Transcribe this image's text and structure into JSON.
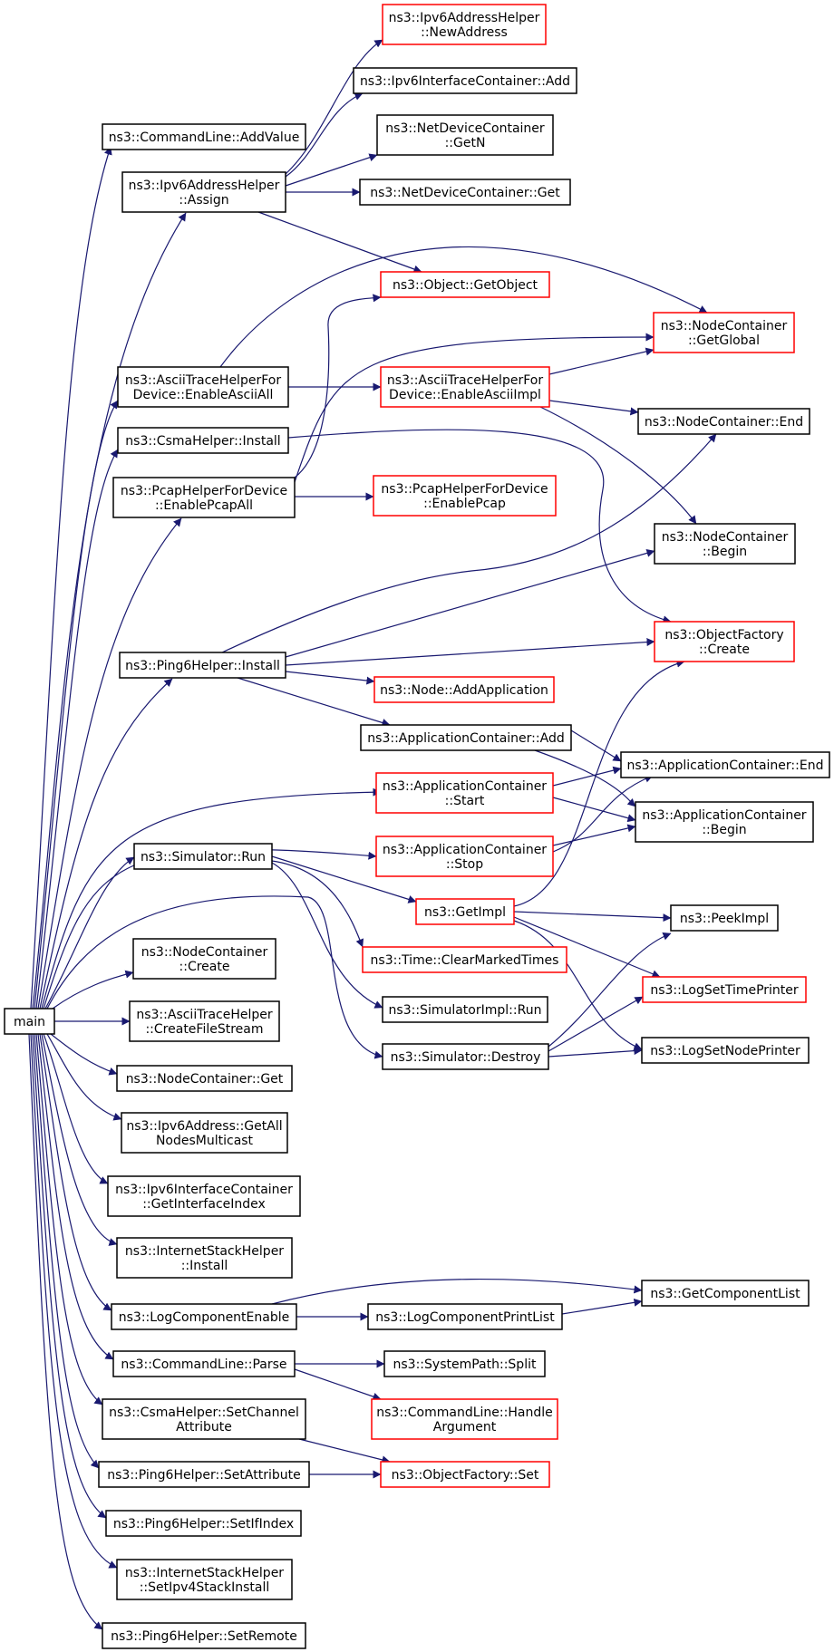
{
  "colors": {
    "edge": "#191970",
    "normal_border": "#000000",
    "red_border": "#ff0000",
    "root_fill": "#bfbfbf"
  },
  "nodes": [
    {
      "id": "main",
      "lines": [
        "main"
      ],
      "border": "normal",
      "root": true
    },
    {
      "id": "ipv6-newaddress",
      "lines": [
        "ns3::Ipv6AddressHelper",
        "::NewAddress"
      ],
      "border": "red"
    },
    {
      "id": "ipv6ic-add",
      "lines": [
        "ns3::Ipv6InterfaceContainer::Add"
      ],
      "border": "normal"
    },
    {
      "id": "cmdline-addvalue",
      "lines": [
        "ns3::CommandLine::AddValue"
      ],
      "border": "normal"
    },
    {
      "id": "ndc-getn",
      "lines": [
        "ns3::NetDeviceContainer",
        "::GetN"
      ],
      "border": "normal"
    },
    {
      "id": "ipv6-assign",
      "lines": [
        "ns3::Ipv6AddressHelper",
        "::Assign"
      ],
      "border": "normal"
    },
    {
      "id": "ndc-get",
      "lines": [
        "ns3::NetDeviceContainer::Get"
      ],
      "border": "normal"
    },
    {
      "id": "object-getobject",
      "lines": [
        "ns3::Object::GetObject"
      ],
      "border": "red"
    },
    {
      "id": "nc-getglobal",
      "lines": [
        "ns3::NodeContainer",
        "::GetGlobal"
      ],
      "border": "red"
    },
    {
      "id": "ascii-enableall",
      "lines": [
        "ns3::AsciiTraceHelperFor",
        "Device::EnableAsciiAll"
      ],
      "border": "normal"
    },
    {
      "id": "ascii-enableimpl",
      "lines": [
        "ns3::AsciiTraceHelperFor",
        "Device::EnableAsciiImpl"
      ],
      "border": "red"
    },
    {
      "id": "nc-end",
      "lines": [
        "ns3::NodeContainer::End"
      ],
      "border": "normal"
    },
    {
      "id": "csma-install",
      "lines": [
        "ns3::CsmaHelper::Install"
      ],
      "border": "normal"
    },
    {
      "id": "pcap-enableall",
      "lines": [
        "ns3::PcapHelperForDevice",
        "::EnablePcapAll"
      ],
      "border": "normal"
    },
    {
      "id": "pcap-enablepcap",
      "lines": [
        "ns3::PcapHelperForDevice",
        "::EnablePcap"
      ],
      "border": "red"
    },
    {
      "id": "nc-begin",
      "lines": [
        "ns3::NodeContainer",
        "::Begin"
      ],
      "border": "normal"
    },
    {
      "id": "objfactory-create",
      "lines": [
        "ns3::ObjectFactory",
        "::Create"
      ],
      "border": "red"
    },
    {
      "id": "ping6-install",
      "lines": [
        "ns3::Ping6Helper::Install"
      ],
      "border": "normal"
    },
    {
      "id": "node-addapp",
      "lines": [
        "ns3::Node::AddApplication"
      ],
      "border": "red"
    },
    {
      "id": "appc-add",
      "lines": [
        "ns3::ApplicationContainer::Add"
      ],
      "border": "normal"
    },
    {
      "id": "appc-end",
      "lines": [
        "ns3::ApplicationContainer::End"
      ],
      "border": "normal"
    },
    {
      "id": "appc-start",
      "lines": [
        "ns3::ApplicationContainer",
        "::Start"
      ],
      "border": "red"
    },
    {
      "id": "appc-begin",
      "lines": [
        "ns3::ApplicationContainer",
        "::Begin"
      ],
      "border": "normal"
    },
    {
      "id": "appc-stop",
      "lines": [
        "ns3::ApplicationContainer",
        "::Stop"
      ],
      "border": "red"
    },
    {
      "id": "sim-run",
      "lines": [
        "ns3::Simulator::Run"
      ],
      "border": "normal"
    },
    {
      "id": "getimpl",
      "lines": [
        "ns3::GetImpl"
      ],
      "border": "red"
    },
    {
      "id": "peekimpl",
      "lines": [
        "ns3::PeekImpl"
      ],
      "border": "normal"
    },
    {
      "id": "nc-create",
      "lines": [
        "ns3::NodeContainer",
        "::Create"
      ],
      "border": "normal"
    },
    {
      "id": "time-clear",
      "lines": [
        "ns3::Time::ClearMarkedTimes"
      ],
      "border": "red"
    },
    {
      "id": "logsettimeprinter",
      "lines": [
        "ns3::LogSetTimePrinter"
      ],
      "border": "red"
    },
    {
      "id": "ascii-createfs",
      "lines": [
        "ns3::AsciiTraceHelper",
        "::CreateFileStream"
      ],
      "border": "normal"
    },
    {
      "id": "simimpl-run",
      "lines": [
        "ns3::SimulatorImpl::Run"
      ],
      "border": "normal"
    },
    {
      "id": "sim-destroy",
      "lines": [
        "ns3::Simulator::Destroy"
      ],
      "border": "normal"
    },
    {
      "id": "logsetnodeprinter",
      "lines": [
        "ns3::LogSetNodePrinter"
      ],
      "border": "normal"
    },
    {
      "id": "nc-get",
      "lines": [
        "ns3::NodeContainer::Get"
      ],
      "border": "normal"
    },
    {
      "id": "ipv6addr-getall",
      "lines": [
        "ns3::Ipv6Address::GetAll",
        "NodesMulticast"
      ],
      "border": "normal"
    },
    {
      "id": "ipv6ic-getifindex",
      "lines": [
        "ns3::Ipv6InterfaceContainer",
        "::GetInterfaceIndex"
      ],
      "border": "normal"
    },
    {
      "id": "ish-install",
      "lines": [
        "ns3::InternetStackHelper",
        "::Install"
      ],
      "border": "normal"
    },
    {
      "id": "getcomponentlist",
      "lines": [
        "ns3::GetComponentList"
      ],
      "border": "normal"
    },
    {
      "id": "logcomponentenable",
      "lines": [
        "ns3::LogComponentEnable"
      ],
      "border": "normal"
    },
    {
      "id": "logcomponentprintlist",
      "lines": [
        "ns3::LogComponentPrintList"
      ],
      "border": "normal"
    },
    {
      "id": "cmdline-parse",
      "lines": [
        "ns3::CommandLine::Parse"
      ],
      "border": "normal"
    },
    {
      "id": "systempath-split",
      "lines": [
        "ns3::SystemPath::Split"
      ],
      "border": "normal"
    },
    {
      "id": "cmdline-handlearg",
      "lines": [
        "ns3::CommandLine::Handle",
        "Argument"
      ],
      "border": "red"
    },
    {
      "id": "csma-setchannelattr",
      "lines": [
        "ns3::CsmaHelper::SetChannel",
        "Attribute"
      ],
      "border": "normal"
    },
    {
      "id": "ping6-setattr",
      "lines": [
        "ns3::Ping6Helper::SetAttribute"
      ],
      "border": "normal"
    },
    {
      "id": "objfactory-set",
      "lines": [
        "ns3::ObjectFactory::Set"
      ],
      "border": "red"
    },
    {
      "id": "ping6-setifindex",
      "lines": [
        "ns3::Ping6Helper::SetIfIndex"
      ],
      "border": "normal"
    },
    {
      "id": "ish-setipv4",
      "lines": [
        "ns3::InternetStackHelper",
        "::SetIpv4StackInstall"
      ],
      "border": "normal"
    },
    {
      "id": "ping6-setremote",
      "lines": [
        "ns3::Ping6Helper::SetRemote"
      ],
      "border": "normal"
    }
  ]
}
